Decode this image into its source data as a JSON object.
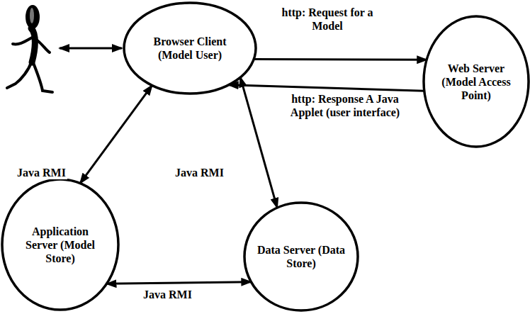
{
  "diagram": {
    "nodes": [
      {
        "text": [
          "Browser Client (Model User)"
        ]
      },
      {
        "text": [
          "Web Server (Model Access Point)"
        ]
      },
      {
        "text": [
          "Application Server (Model Store)"
        ]
      },
      {
        "text": [
          "Data Server (Data Store)"
        ]
      }
    ],
    "edges": [
      {
        "from": 0,
        "to": 1,
        "label": "http: Request for a Model",
        "arrow": "to"
      },
      {
        "from": 1,
        "to": 0,
        "label": "http: Response A Java Applet (user interface)",
        "arrow": "to"
      },
      {
        "from": 0,
        "to": 2,
        "label": "Java RMI",
        "arrow": "both"
      },
      {
        "from": 0,
        "to": 3,
        "label": "Java RMI",
        "arrow": "both"
      },
      {
        "from": 2,
        "to": 3,
        "label": "Java RMI",
        "arrow": "both"
      }
    ]
  }
}
